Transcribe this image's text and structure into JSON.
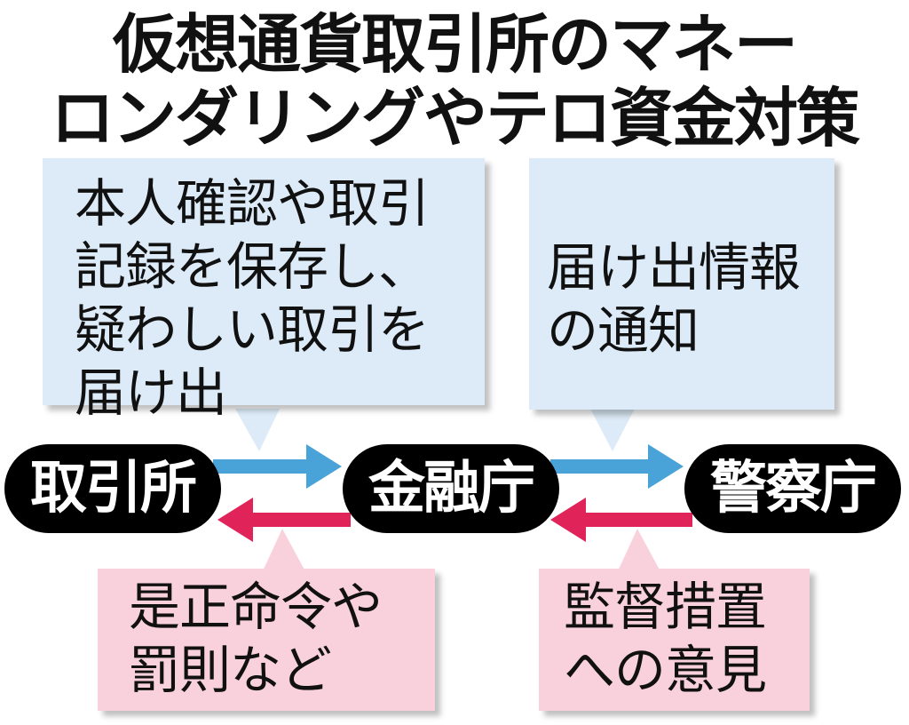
{
  "title": {
    "line1": "仮想通貨取引所のマネー",
    "line2": "ロンダリングやテロ資金対策"
  },
  "nodes": {
    "exchange": "取引所",
    "fsa": "金融庁",
    "police": "警察庁"
  },
  "callouts": {
    "exchange_to_fsa": "本人確認や取引\n記録を保存し、\n疑わしい取引を\n届け出",
    "fsa_to_police": "届け出情報\nの通知",
    "fsa_to_exchange": "是正命令や\n罰則など",
    "police_to_fsa": "監督措置\nへの意見"
  },
  "colors": {
    "forward_arrow": "#4aa3d8",
    "backward_arrow": "#e0245a",
    "forward_callout": "#dcebf7",
    "backward_callout": "#f9d1dd"
  }
}
